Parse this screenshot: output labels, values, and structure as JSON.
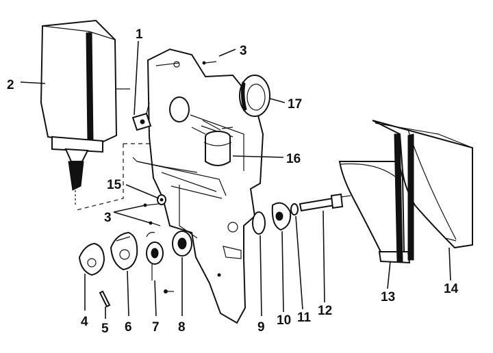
{
  "diagram": {
    "labels": [
      {
        "id": "label-1",
        "text": "1"
      },
      {
        "id": "label-2",
        "text": "2"
      },
      {
        "id": "label-3-top",
        "text": "3"
      },
      {
        "id": "label-3-left",
        "text": "3"
      },
      {
        "id": "label-4",
        "text": "4"
      },
      {
        "id": "label-5",
        "text": "5"
      },
      {
        "id": "label-6",
        "text": "6"
      },
      {
        "id": "label-7",
        "text": "7"
      },
      {
        "id": "label-8",
        "text": "8"
      },
      {
        "id": "label-9",
        "text": "9"
      },
      {
        "id": "label-10",
        "text": "10"
      },
      {
        "id": "label-11",
        "text": "11"
      },
      {
        "id": "label-12",
        "text": "12"
      },
      {
        "id": "label-13",
        "text": "13"
      },
      {
        "id": "label-14",
        "text": "14"
      },
      {
        "id": "label-15",
        "text": "15"
      },
      {
        "id": "label-16",
        "text": "16"
      },
      {
        "id": "label-17",
        "text": "17"
      }
    ]
  }
}
